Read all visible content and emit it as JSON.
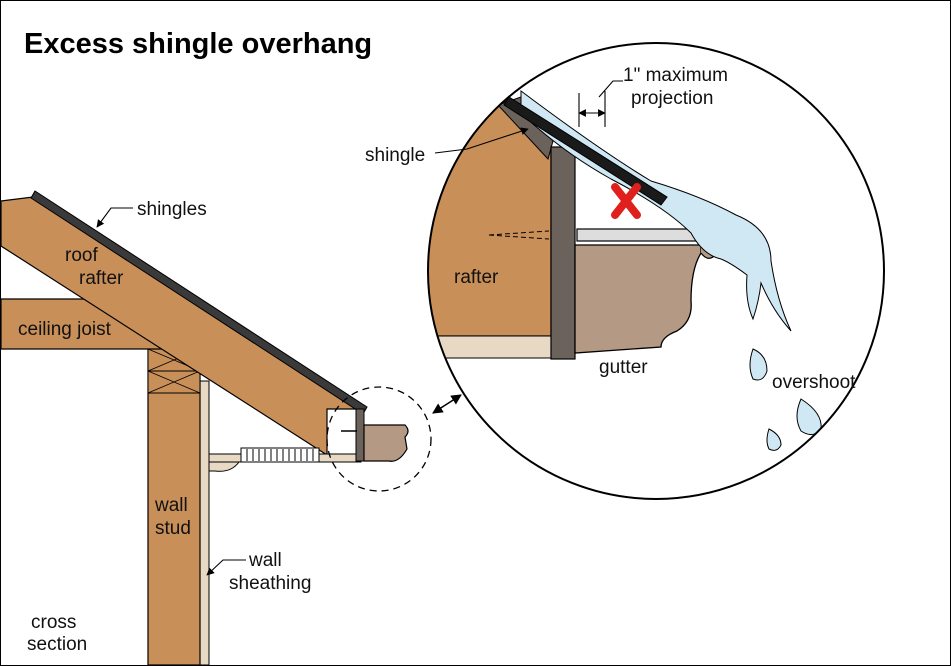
{
  "title": "Excess shingle overhang",
  "labels": {
    "shingles": "shingles",
    "roof_rafter_line1": "roof",
    "roof_rafter_line2": "rafter",
    "ceiling_joist": "ceiling joist",
    "wall_stud_line1": "wall",
    "wall_stud_line2": "stud",
    "wall_sheathing_line1": "wall",
    "wall_sheathing_line2": "sheathing",
    "cross_section_line1": "cross",
    "cross_section_line2": "section"
  },
  "detail": {
    "projection_line1": "1\" maximum",
    "projection_line2": "projection",
    "shingle": "shingle",
    "rafter": "rafter",
    "gutter": "gutter",
    "overshoot": "overshoot"
  },
  "colors": {
    "wood": "#c98f58",
    "wood_dark": "#8a5a2c",
    "shingle": "#3a3a3a",
    "gutter": "#b49a84",
    "soffit": "#e8d9c4",
    "fascia": "#6b625c",
    "water": "#cfe8f4",
    "x_mark": "#e0201c"
  },
  "icons": {
    "error_mark": "x-mark-icon",
    "pointer": "arrow-icon"
  }
}
